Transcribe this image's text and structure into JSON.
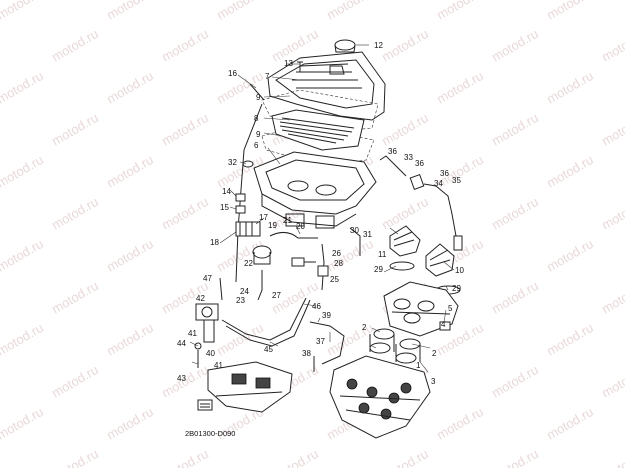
{
  "diagram": {
    "watermark": "motod.ru",
    "drawing_code": "2B01300-D090",
    "callouts": [
      "1",
      "2",
      "3",
      "4",
      "5",
      "6",
      "7",
      "8",
      "9",
      "10",
      "11",
      "12",
      "13",
      "14",
      "15",
      "16",
      "17",
      "18",
      "19",
      "20",
      "21",
      "22",
      "23",
      "24",
      "25",
      "26",
      "27",
      "28",
      "29",
      "30",
      "31",
      "32",
      "33",
      "34",
      "35",
      "36",
      "37",
      "38",
      "39",
      "40",
      "41",
      "42",
      "43",
      "44",
      "45",
      "46",
      "47"
    ]
  }
}
